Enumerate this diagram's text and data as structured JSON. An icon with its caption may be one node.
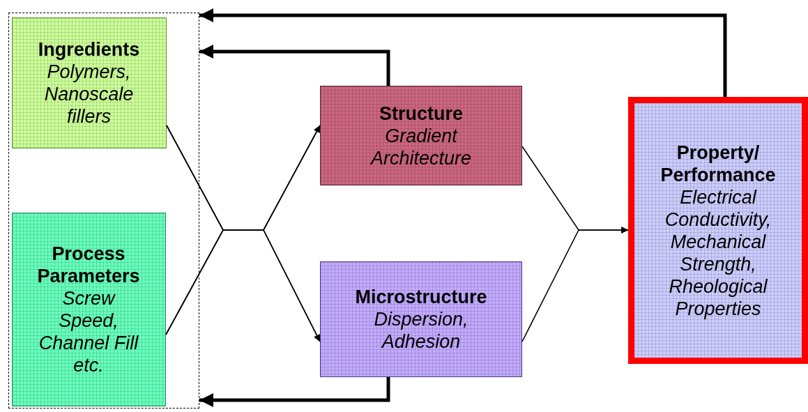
{
  "diagram": {
    "nodes": [
      {
        "text": [],
        "shape": "box"
      },
      {
        "text": [
          "Ingredients",
          "Polymers, Nanoscale fillers"
        ],
        "in": 0
      },
      {
        "text": [
          "Process Parameters",
          "Screw Speed, Channel Fill etc."
        ],
        "in": 0
      },
      {
        "text": [
          "Structure",
          "Gradient Architecture"
        ]
      },
      {
        "text": [
          "Microstructure",
          "Dispersion, Adhesion"
        ]
      },
      {
        "text": [
          "Property/ Performance",
          "Electrical Conductivity, Mechanical Strength, Rheological Properties"
        ]
      }
    ],
    "edges": [
      {
        "from": 1,
        "to": 3,
        "arrow": "to"
      },
      {
        "from": 1,
        "to": 4,
        "arrow": "to"
      },
      {
        "from": 2,
        "to": 3,
        "arrow": "to"
      },
      {
        "from": 2,
        "to": 4,
        "arrow": "to"
      },
      {
        "from": 3,
        "to": 5,
        "arrow": "to"
      },
      {
        "from": 4,
        "to": 5,
        "arrow": "to"
      },
      {
        "from": 5,
        "to": 0,
        "arrow": "to",
        "style": "thick"
      },
      {
        "from": 3,
        "to": 0,
        "arrow": "to",
        "style": "thick"
      },
      {
        "from": 4,
        "to": 0,
        "arrow": "to",
        "style": "thick"
      }
    ]
  }
}
